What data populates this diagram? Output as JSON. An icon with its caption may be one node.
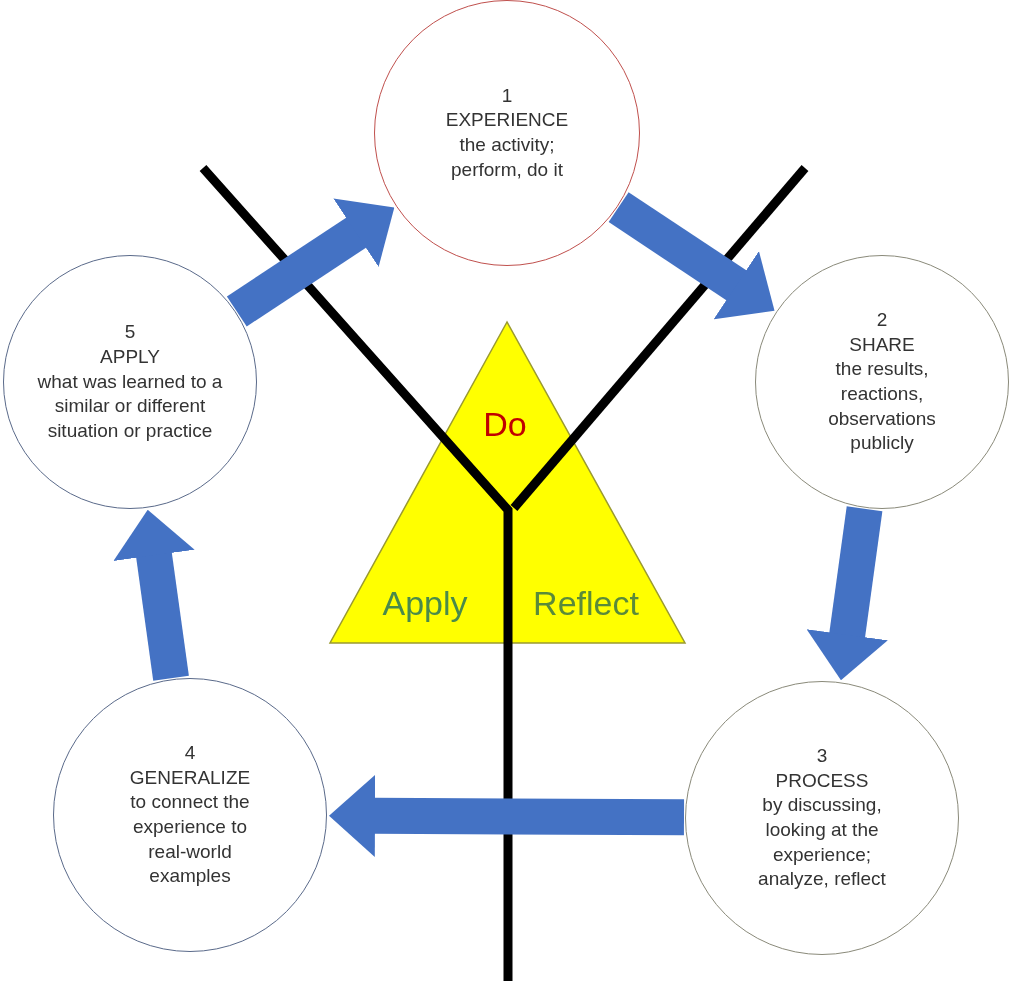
{
  "diagram": {
    "nodes": [
      {
        "text": [
          "1",
          "EXPERIENCE",
          "the activity; perform, do it"
        ]
      },
      {
        "text": [
          "2",
          "SHARE",
          "the results, reactions, observations publicly"
        ]
      },
      {
        "text": [
          "3",
          "PROCESS",
          "by discussing, looking at the experience; analyze, reflect"
        ]
      },
      {
        "text": [
          "4",
          "GENERALIZE",
          "to connect the experience to real-world examples"
        ]
      },
      {
        "text": [
          "5",
          "APPLY",
          "what was learned to a similar or different situation or practice"
        ]
      },
      {
        "text": [
          "Do",
          "Apply",
          "Reflect"
        ]
      }
    ],
    "edges": [
      {
        "from": 0,
        "to": 1,
        "arrow": "to"
      },
      {
        "from": 1,
        "to": 2,
        "arrow": "to"
      },
      {
        "from": 2,
        "to": 3,
        "arrow": "to"
      },
      {
        "from": 3,
        "to": 4,
        "arrow": "to"
      },
      {
        "from": 4,
        "to": 0,
        "arrow": "to"
      }
    ]
  }
}
